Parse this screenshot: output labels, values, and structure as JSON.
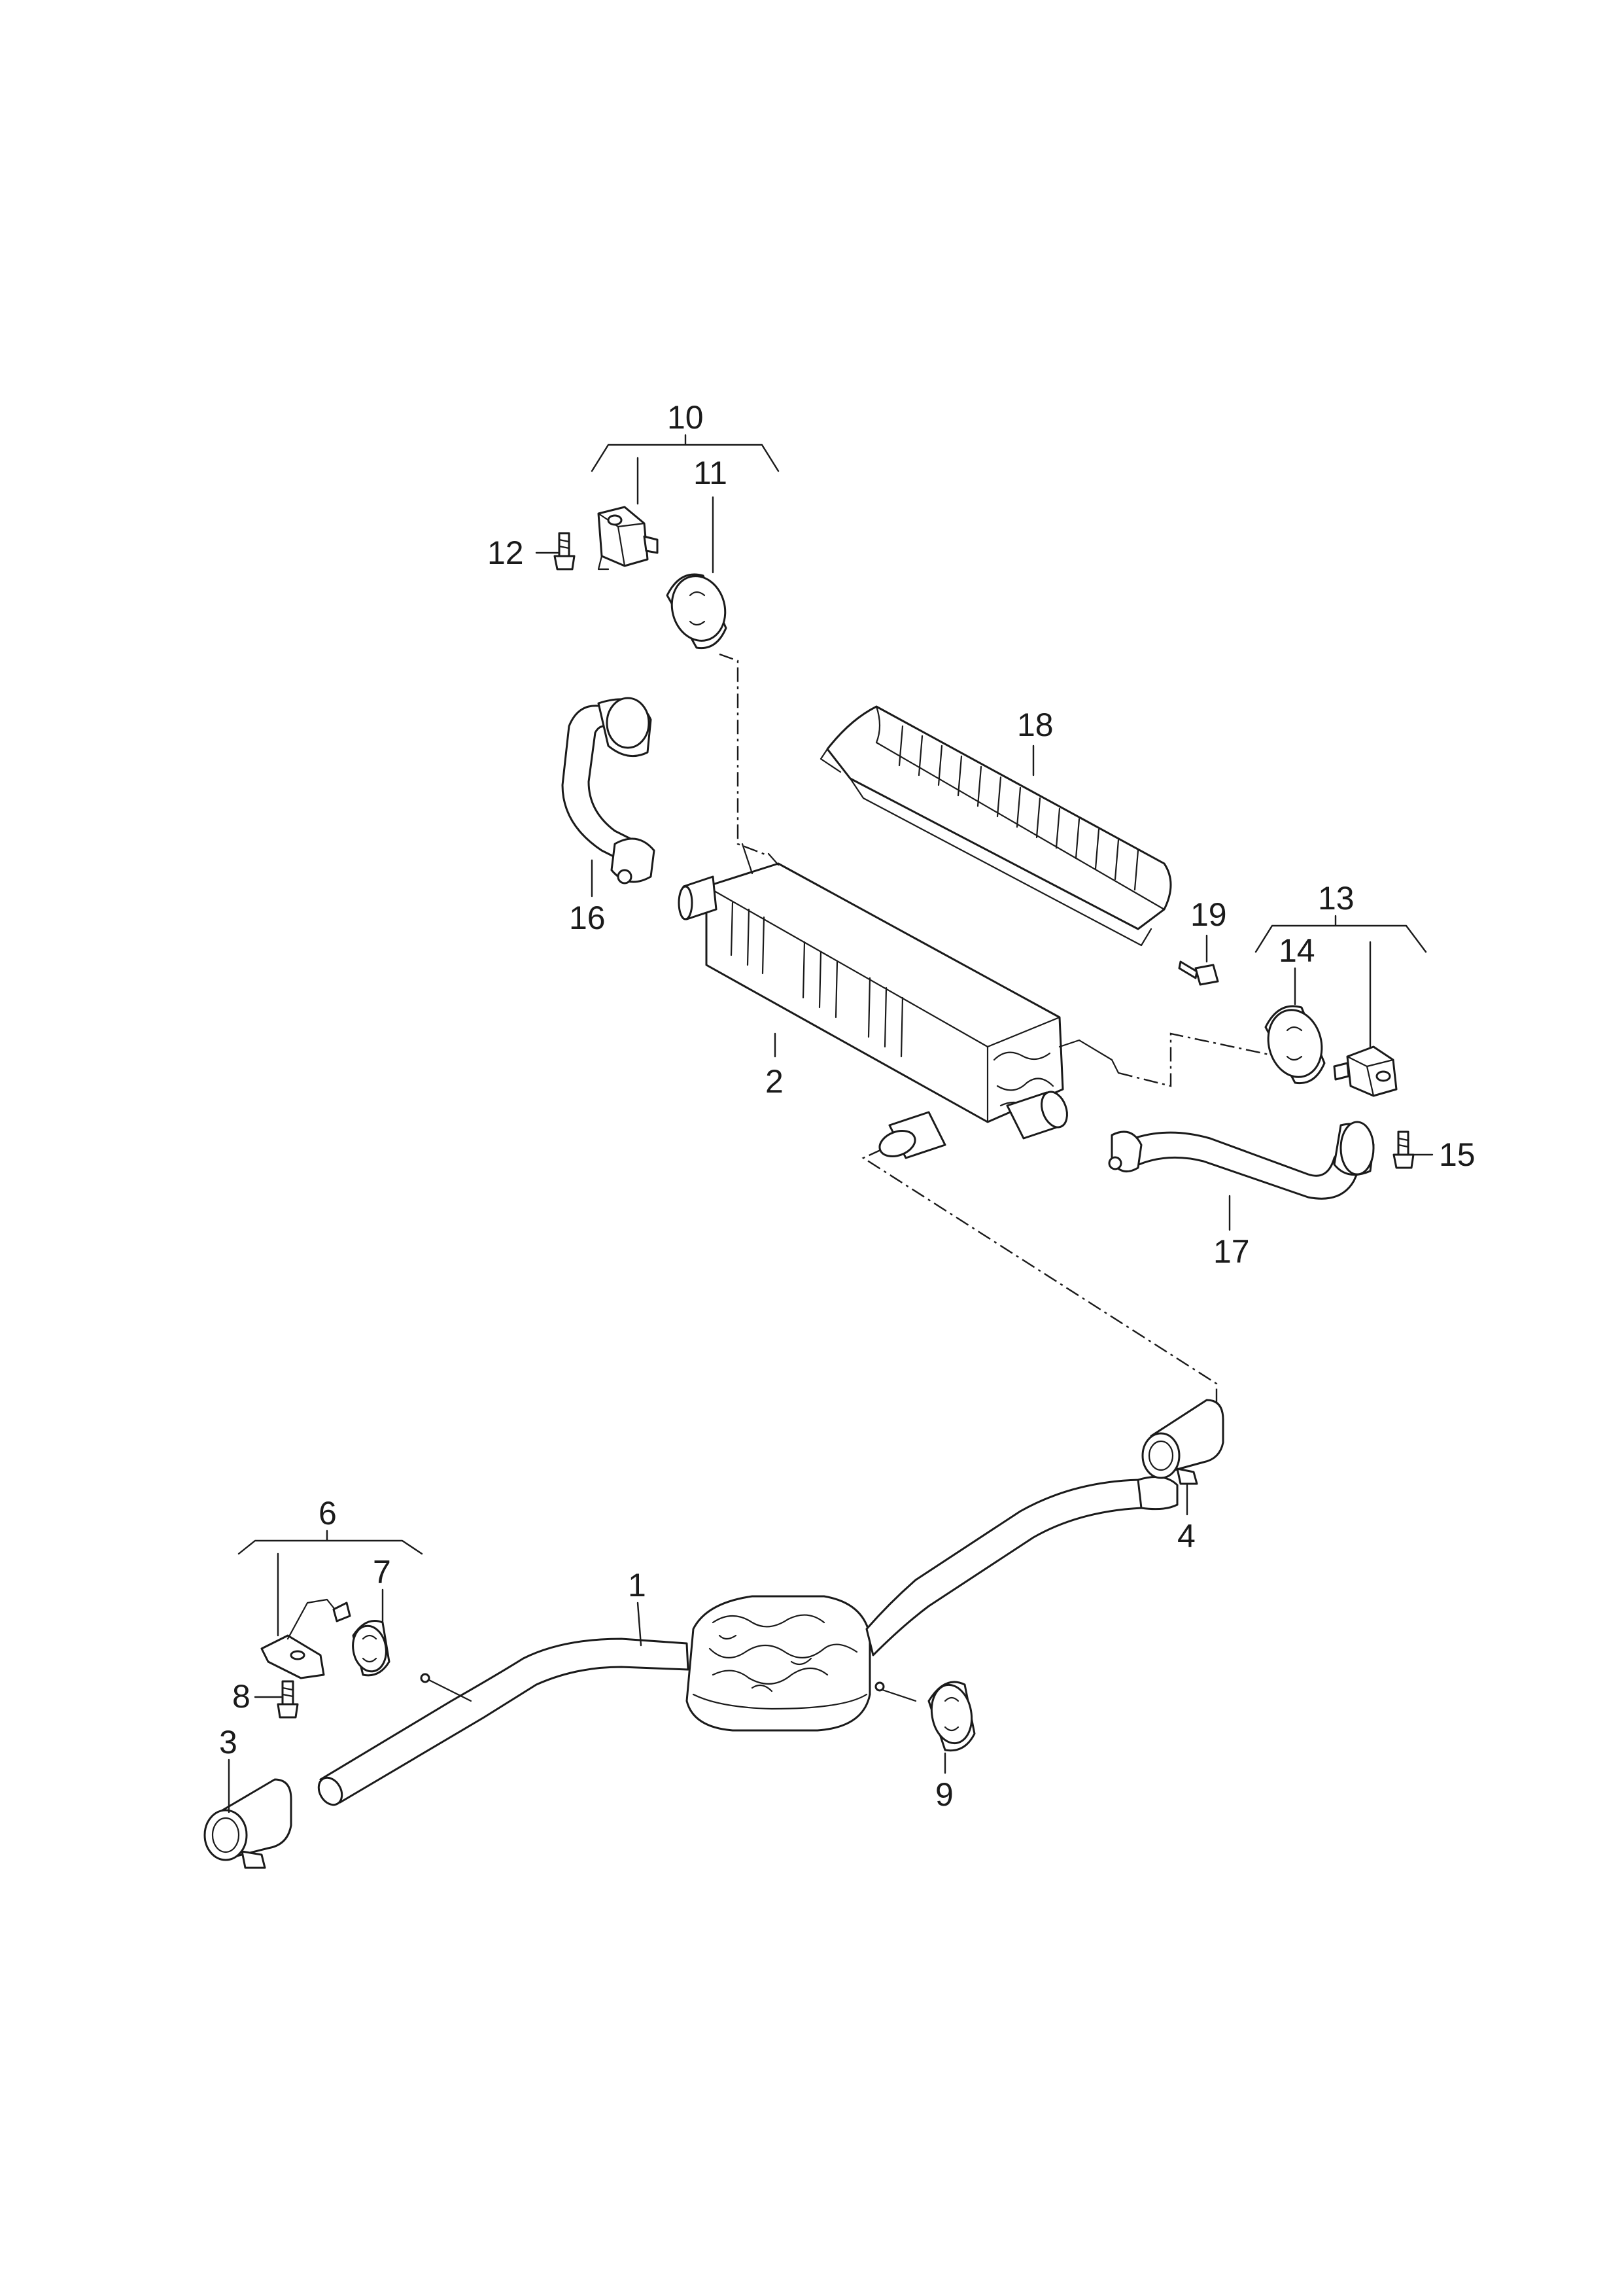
{
  "callouts": {
    "c1": "1",
    "c2": "2",
    "c3": "3",
    "c4": "4",
    "c5": "6",
    "c6": "7",
    "c7": "8",
    "c8": "9",
    "c9": "10",
    "c10": "11",
    "c11": "12",
    "c12": "13",
    "c13": "14",
    "c14": "15",
    "c15": "16",
    "c16": "17",
    "c17": "18",
    "c18": "19"
  }
}
